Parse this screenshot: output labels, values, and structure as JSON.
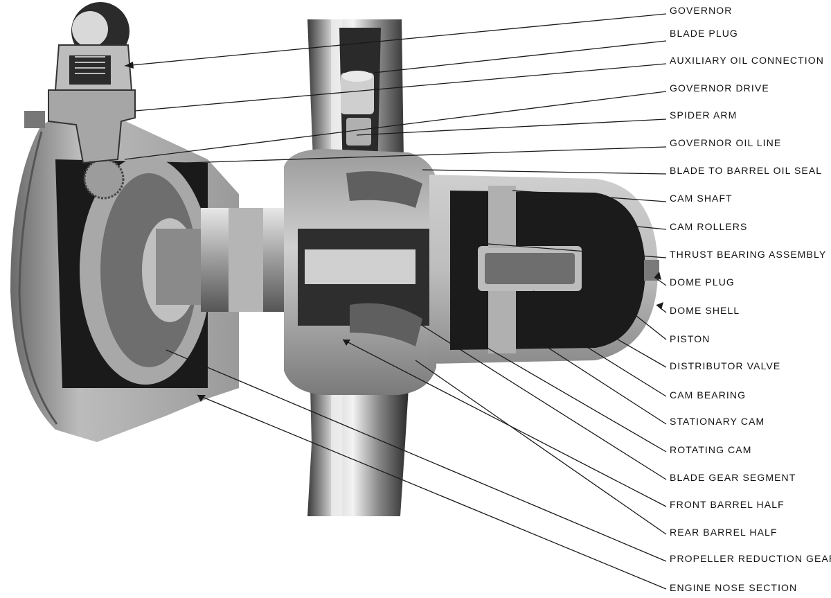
{
  "labels": [
    "GOVERNOR",
    "BLADE PLUG",
    "AUXILIARY OIL CONNECTION",
    "GOVERNOR DRIVE",
    "SPIDER ARM",
    "GOVERNOR OIL LINE",
    "BLADE TO BARREL OIL SEAL",
    "CAM SHAFT",
    "CAM ROLLERS",
    "THRUST BEARING ASSEMBLY",
    "DOME PLUG",
    "DOME SHELL",
    "PISTON",
    "DISTRIBUTOR VALVE",
    "CAM BEARING",
    "STATIONARY CAM",
    "ROTATING CAM",
    "BLADE GEAR SEGMENT",
    "FRONT BARREL HALF",
    "REAR BARREL HALF",
    "PROPELLER REDUCTION GEAR",
    "ENGINE NOSE SECTION"
  ]
}
